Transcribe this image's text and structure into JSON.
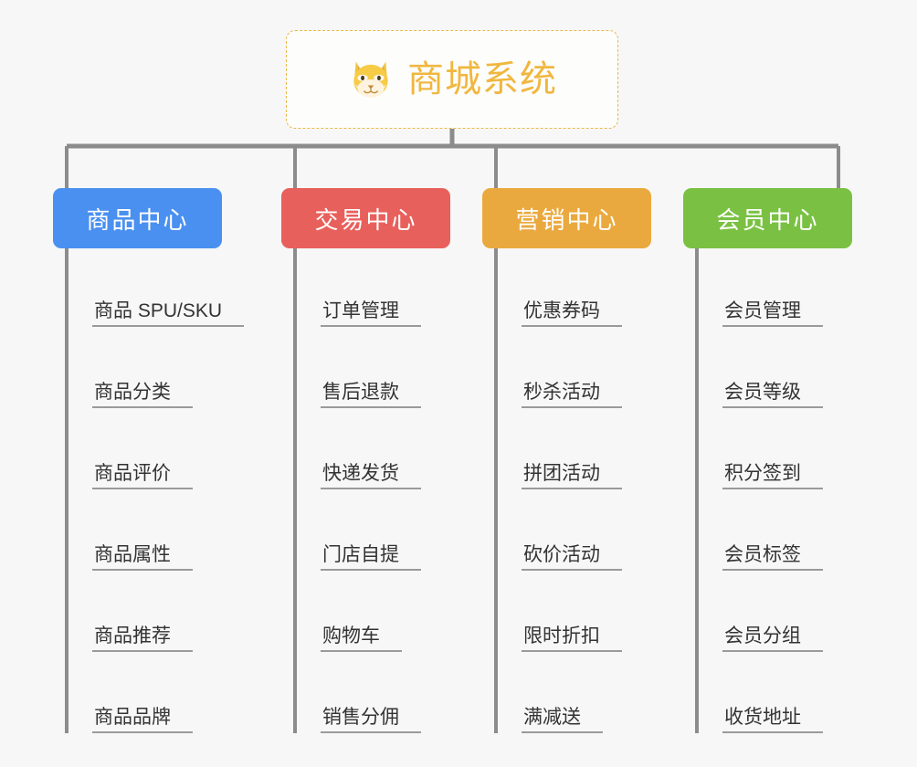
{
  "diagram": {
    "title": "商城系统",
    "root_icon": "shiba-dog-face-icon",
    "background_color": "#f7f7f7",
    "connector_color": "#8c8c8c",
    "root_border_color": "#e8b84b",
    "root_text_color": "#f0b73f",
    "leaf_text_color": "#333333",
    "leaf_rule_color": "#9a9a9a",
    "branches": [
      {
        "label": "商品中心",
        "color": "#4a90f0",
        "items": [
          "商品 SPU/SKU",
          "商品分类",
          "商品评价",
          "商品属性",
          "商品推荐",
          "商品品牌"
        ]
      },
      {
        "label": "交易中心",
        "color": "#e8605c",
        "items": [
          "订单管理",
          "售后退款",
          "快递发货",
          "门店自提",
          "购物车",
          "销售分佣"
        ]
      },
      {
        "label": "营销中心",
        "color": "#eaa93f",
        "items": [
          "优惠券码",
          "秒杀活动",
          "拼团活动",
          "砍价活动",
          "限时折扣",
          "满减送"
        ]
      },
      {
        "label": "会员中心",
        "color": "#7ac143",
        "items": [
          "会员管理",
          "会员等级",
          "积分签到",
          "会员标签",
          "会员分组",
          "收货地址"
        ]
      }
    ]
  }
}
